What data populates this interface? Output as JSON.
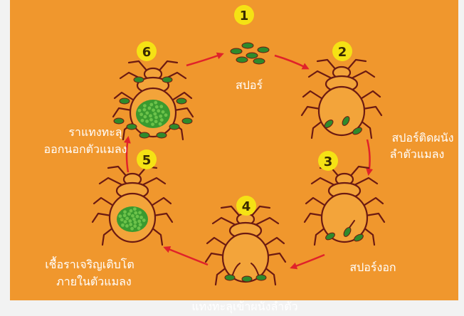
{
  "colors": {
    "background": "#f0972d",
    "arrow": "#e0222a",
    "insect_outline": "#6b1a12",
    "insect_body": "#f3a43a",
    "spore": "#2f8a2c",
    "fungus": "#3a9a2f",
    "badge": "#f5e214",
    "text": "#ffffff"
  },
  "stages": [
    {
      "number": "1",
      "label_lines": [
        "สปอร์"
      ]
    },
    {
      "number": "2",
      "label_lines": [
        "สปอร์ติดผนัง",
        "ลำตัวแมลง"
      ]
    },
    {
      "number": "3",
      "label_lines": [
        "สปอร์งอก"
      ]
    },
    {
      "number": "4",
      "label_lines": [
        "แทงทะลุเข้าผนังลำตัว"
      ]
    },
    {
      "number": "5",
      "label_lines": [
        "เชื้อราเจริญเติบโต",
        "ภายในตัวแมลง"
      ]
    },
    {
      "number": "6",
      "label_lines": [
        "ราแทงทะลุ",
        "ออกนอกตัวแมลง"
      ]
    }
  ],
  "icons": {
    "insect": "insect-icon",
    "spore": "spore-icon",
    "fungus": "fungus-mass-icon",
    "arrow": "cycle-arrow-icon"
  }
}
